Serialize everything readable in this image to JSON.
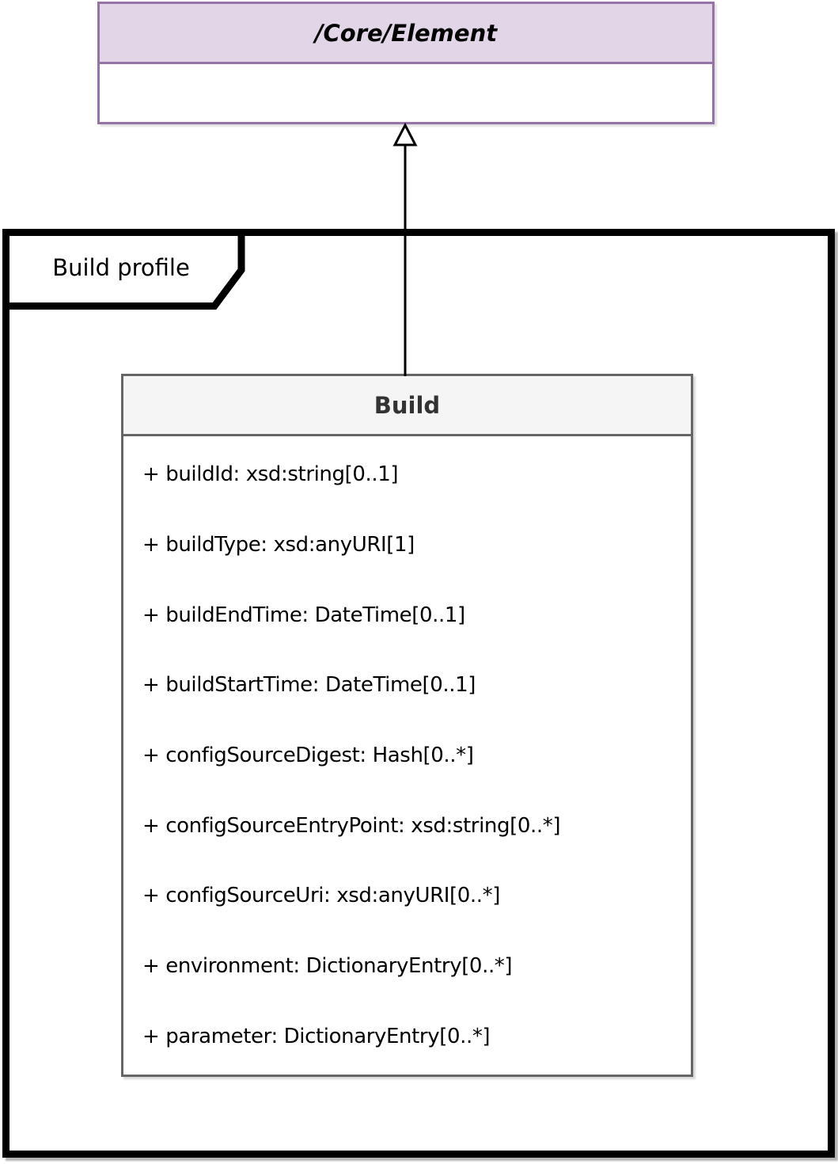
{
  "parent_class": {
    "title": "/Core/Element"
  },
  "frame": {
    "label": "Build profile"
  },
  "build_class": {
    "title": "Build",
    "attributes": [
      "+ buildId: xsd:string[0..1]",
      "+ buildType: xsd:anyURI[1]",
      "+ buildEndTime: DateTime[0..1]",
      "+ buildStartTime: DateTime[0..1]",
      "+ configSourceDigest: Hash[0..*]",
      "+ configSourceEntryPoint: xsd:string[0..*]",
      "+ configSourceUri: xsd:anyURI[0..*]",
      "+ environment: DictionaryEntry[0..*]",
      "+ parameter: DictionaryEntry[0..*]"
    ]
  },
  "relationship": {
    "type": "generalization",
    "from": "Build",
    "to": "/Core/Element"
  },
  "colors": {
    "parent_border": "#9673a6",
    "parent_header_fill": "#e1d5e7",
    "build_border": "#666666",
    "build_header_fill": "#f5f5f5",
    "frame_border": "#000000"
  }
}
